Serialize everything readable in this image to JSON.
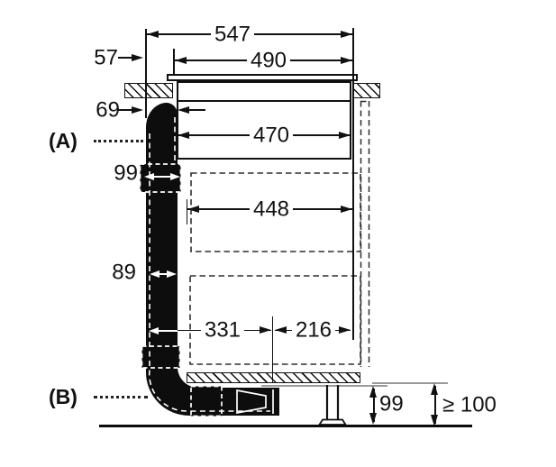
{
  "diagram": {
    "callouts": {
      "a": "(A)",
      "b": "(B)"
    },
    "dims": {
      "overall_width": "547",
      "cutout_width": "490",
      "rear_offset": "57",
      "duct_offset": "69",
      "appliance_width": "470",
      "duct_joint_width": "99",
      "inner_clearance": "448",
      "duct_width": "89",
      "duct_to_center": "331",
      "center_to_side": "216",
      "plinth_height": "99",
      "min_floor_clearance": "≥ 100"
    }
  }
}
